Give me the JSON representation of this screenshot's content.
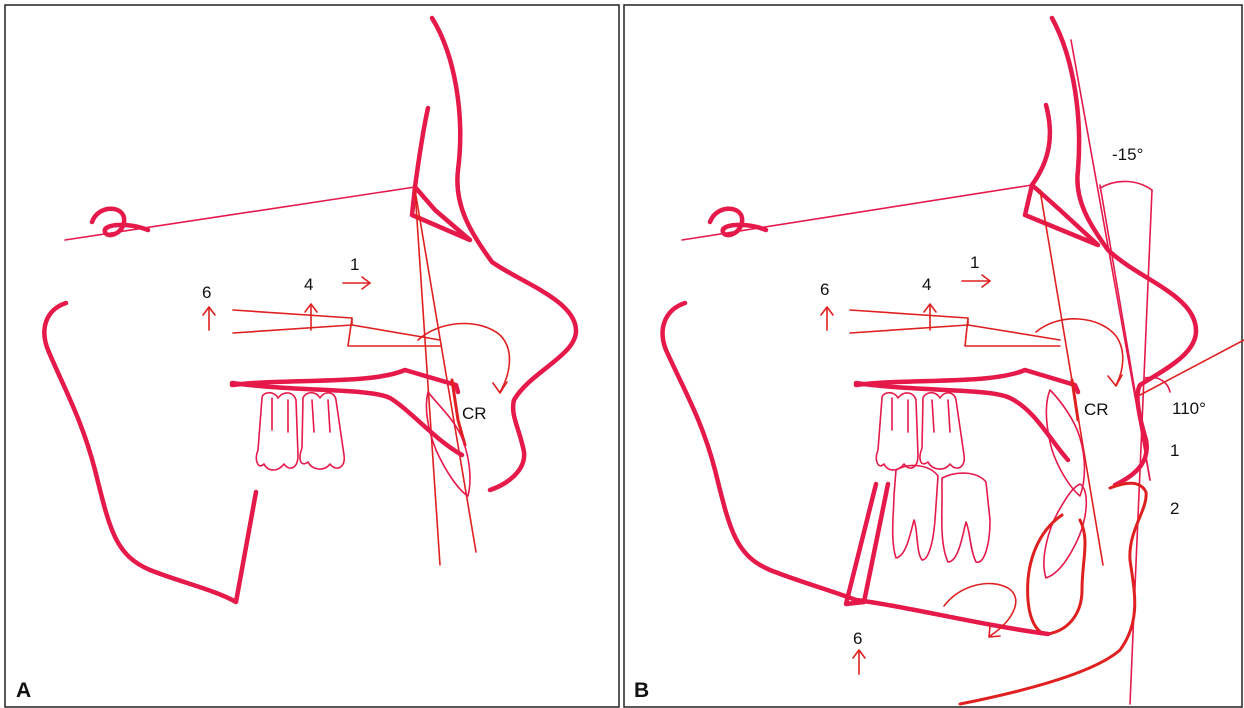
{
  "colors": {
    "soft_tissue": "#e6194b",
    "hard_tissue": "#e02020",
    "text": "#111111",
    "frame": "#222222"
  },
  "panel_a": {
    "letter": "A",
    "label_6": "6",
    "label_4": "4",
    "label_1": "1",
    "label_cr": "CR"
  },
  "panel_b": {
    "letter": "B",
    "label_6_upper": "6",
    "label_4": "4",
    "label_1_upper": "1",
    "label_cr": "CR",
    "angle_top": "-15°",
    "angle_right": "110°",
    "label_1_right": "1",
    "label_2_right": "2",
    "label_6_lower": "6"
  }
}
